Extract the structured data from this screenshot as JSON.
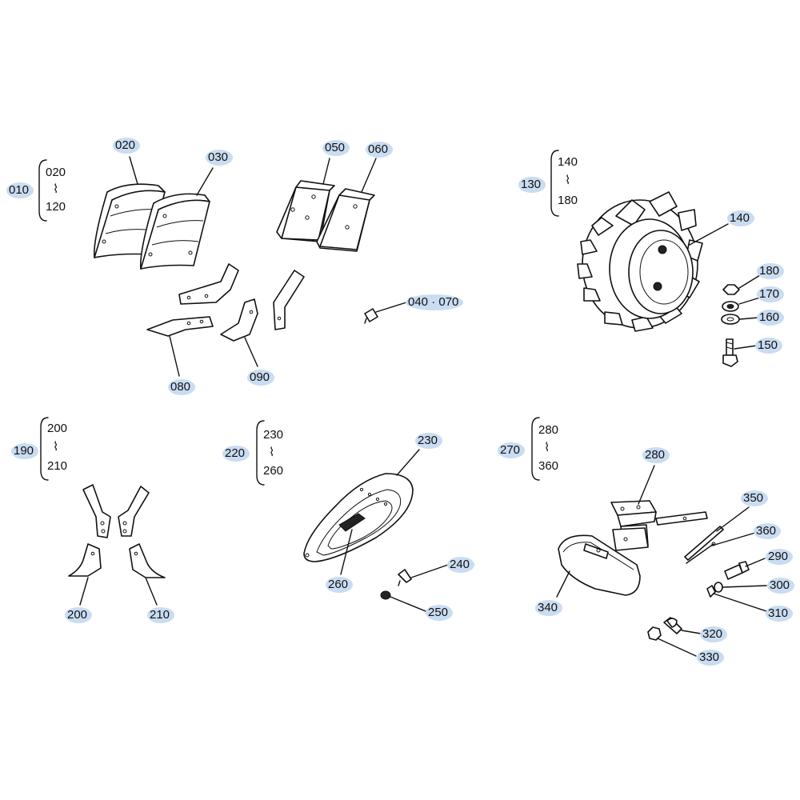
{
  "colors": {
    "line": "#111111",
    "callout_highlight": "#c9dcf2",
    "background": "#ffffff"
  },
  "groups": [
    {
      "id": "010",
      "from": "020",
      "to": "120"
    },
    {
      "id": "130",
      "from": "140",
      "to": "180"
    },
    {
      "id": "190",
      "from": "200",
      "to": "210"
    },
    {
      "id": "220",
      "from": "230",
      "to": "260"
    },
    {
      "id": "270",
      "from": "280",
      "to": "360"
    }
  ],
  "range_sign": "⌇",
  "callouts": {
    "c020": "020",
    "c030": "030",
    "c050": "050",
    "c060": "060",
    "c040_070": "040 · 070",
    "c080": "080",
    "c090": "090",
    "c140": "140",
    "c150": "150",
    "c160": "160",
    "c170": "170",
    "c180": "180",
    "c200": "200",
    "c210": "210",
    "c230": "230",
    "c240": "240",
    "c250": "250",
    "c260": "260",
    "c280": "280",
    "c290": "290",
    "c300": "300",
    "c310": "310",
    "c320": "320",
    "c330": "330",
    "c340": "340",
    "c350": "350",
    "c360": "360"
  }
}
